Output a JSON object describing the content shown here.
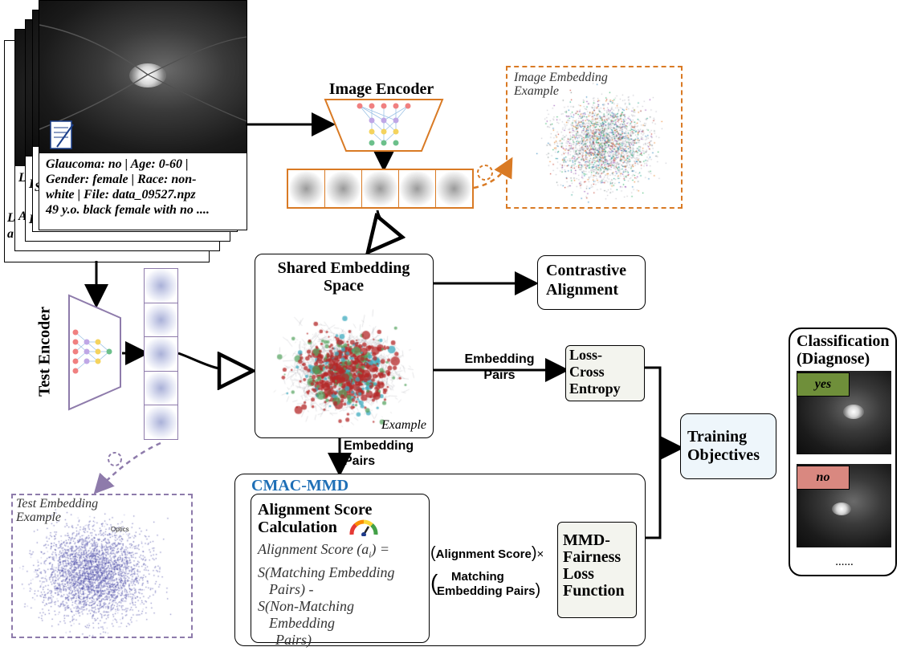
{
  "record_card": {
    "line1": "Glaucoma: no | Age: 0-60 |",
    "line2": "Gender: female | Race: non-",
    "line3": "white | File: data_09527.npz",
    "line4": "49 y.o. black female with no ...."
  },
  "stack_fragments": {
    "f1": "L",
    "f2": "S",
    "f3": "A",
    "f4": "I",
    "f5": "L",
    "f6": "a",
    "f7": "L"
  },
  "image_encoder": {
    "label": "Image Encoder"
  },
  "image_embedding_example": {
    "label_line1": "Image Embedding",
    "label_line2": "Example"
  },
  "test_encoder": {
    "label": "Test Encoder"
  },
  "shared_space": {
    "title_line1": "Shared Embedding",
    "title_line2": "Space",
    "example": "Example"
  },
  "contrastive": {
    "line1": "Contrastive",
    "line2": "Alignment"
  },
  "embedding_pairs_right": {
    "line1": "Embedding",
    "line2": "Pairs"
  },
  "embedding_pairs_down": {
    "line1": "Embedding",
    "line2": "Pairs"
  },
  "loss_ce": {
    "line1": "Loss-",
    "line2": "Cross",
    "line3": "Entropy"
  },
  "training": {
    "line1": "Training",
    "line2": "Objectives"
  },
  "classification": {
    "title_line1": "Classification",
    "title_line2": "(Diagnose)",
    "yes": "yes",
    "no": "no",
    "more": "......"
  },
  "cmac": {
    "title": "CMAC-MMD",
    "calc_line1": "Alignment Score",
    "calc_line2": "Calculation",
    "formula_1": "Alignment Score (a",
    "formula_1_sub": "i",
    "formula_1b": ") =",
    "formula_2": "S(Matching Embedding",
    "formula_3": "Pairs) -",
    "formula_4": "S(Non-Matching",
    "formula_5": "Embedding",
    "formula_6": "Pairs)"
  },
  "arrow_labels": {
    "alignment_score": "Alignment Score",
    "times": "×",
    "matching_line1": "Matching",
    "matching_line2": "Embedding Pairs"
  },
  "mmd": {
    "line1": "MMD-",
    "line2": "Fairness",
    "line3": "Loss",
    "line4": "Function"
  },
  "test_embedding_example": {
    "label_line1": "Test Embedding",
    "label_line2": "Example",
    "cluster_label": "Optics"
  },
  "colors": {
    "orange": "#d97a24",
    "purple": "#8e7bab",
    "cmac_blue": "#1f6fb6",
    "yes_green": "#6f8f3a",
    "no_red": "#d98880",
    "training_bg": "#eef6fb",
    "loss_bg": "#f3f4ee"
  }
}
